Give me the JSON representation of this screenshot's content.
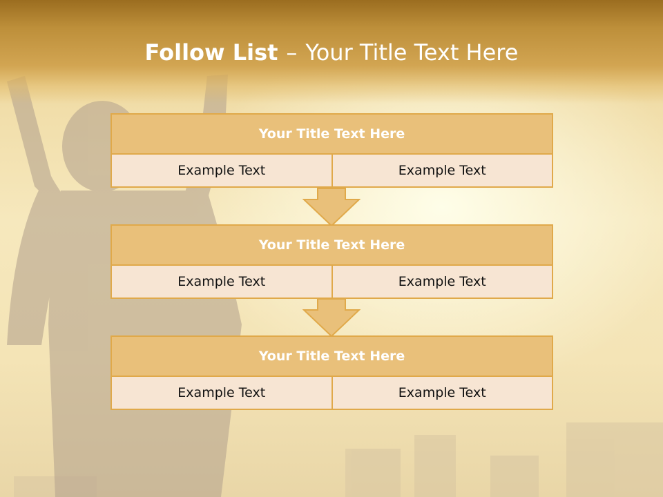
{
  "slide": {
    "title_bold": "Follow List",
    "title_dash": "–",
    "title_rest": "Your Title Text Here"
  },
  "blocks": [
    {
      "title": "Your Title Text Here",
      "left": "Example Text",
      "right": "Example Text"
    },
    {
      "title": "Your Title Text Here",
      "left": "Example Text",
      "right": "Example Text"
    },
    {
      "title": "Your Title Text Here",
      "left": "Example Text",
      "right": "Example Text"
    }
  ],
  "colors": {
    "accent": "#e0a94a",
    "header_fill": "#e9c07a",
    "cell_fill": "#f7e5d3"
  }
}
